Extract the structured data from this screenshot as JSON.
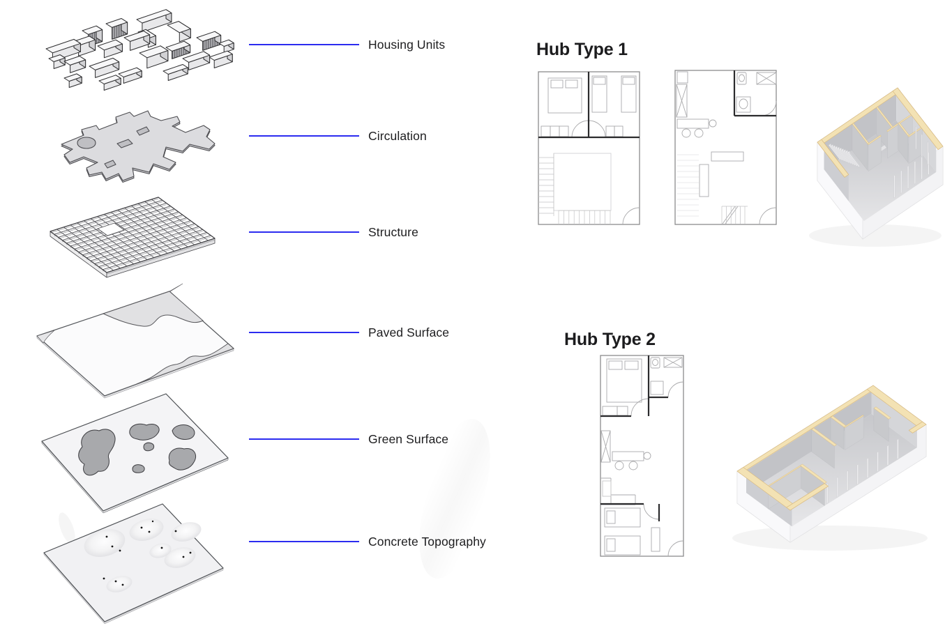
{
  "page": {
    "background": "#ffffff"
  },
  "exploded_diagram": {
    "layers": [
      {
        "label": "Housing Units"
      },
      {
        "label": "Circulation"
      },
      {
        "label": "Structure"
      },
      {
        "label": "Paved Surface"
      },
      {
        "label": "Green Surface"
      },
      {
        "label": "Concrete Topography"
      }
    ]
  },
  "hubs": {
    "hub1_title": "Hub Type 1",
    "hub2_title": "Hub Type 2"
  },
  "colors": {
    "leader_line_blue": "#2b2bf0",
    "label_text": "#1d1d1f",
    "wall_top_cream": "#f3e2b4",
    "interior_gray": "#c8c9cc",
    "green_patch_gray": "#a8a9ac"
  }
}
